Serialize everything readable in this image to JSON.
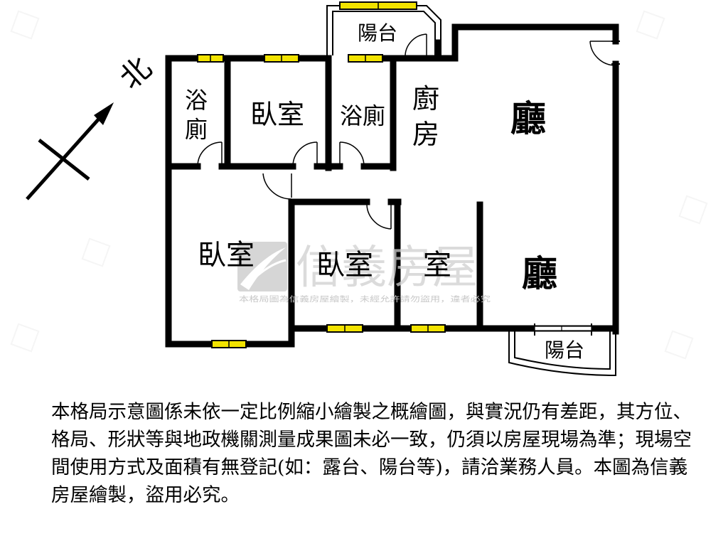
{
  "north_label": "北",
  "rooms": {
    "balcony_top": "陽台",
    "bath_left_line1": "浴",
    "bath_left_line2": "廁",
    "bedroom_top": "臥室",
    "bath_mid": "浴廁",
    "kitchen_line1": "廚",
    "kitchen_line2": "房",
    "living_top": "廳",
    "bedroom_left": "臥室",
    "bedroom_mid": "臥室",
    "room_right": "室",
    "living_bottom": "廳",
    "balcony_bottom": "陽台"
  },
  "watermark": {
    "brand": "信義房屋",
    "notice": "本格局圖為信義房屋繪製，未經允許請勿盜用，違者必究"
  },
  "disclaimer": "本格局示意圖係未依一定比例縮小繪製之概繪圖，與實況仍有差距，其方位、格局、形狀等與地政機關測量成果圖未必一致，仍須以房屋現場為準；現場空間使用方式及面積有無登記(如：露台、陽台等)，請洽業務人員。本圖為信義房屋繪製，盜用必究。",
  "colors": {
    "wall": "#000000",
    "window": "#f2e300",
    "watermark": "#cfcfcf"
  }
}
